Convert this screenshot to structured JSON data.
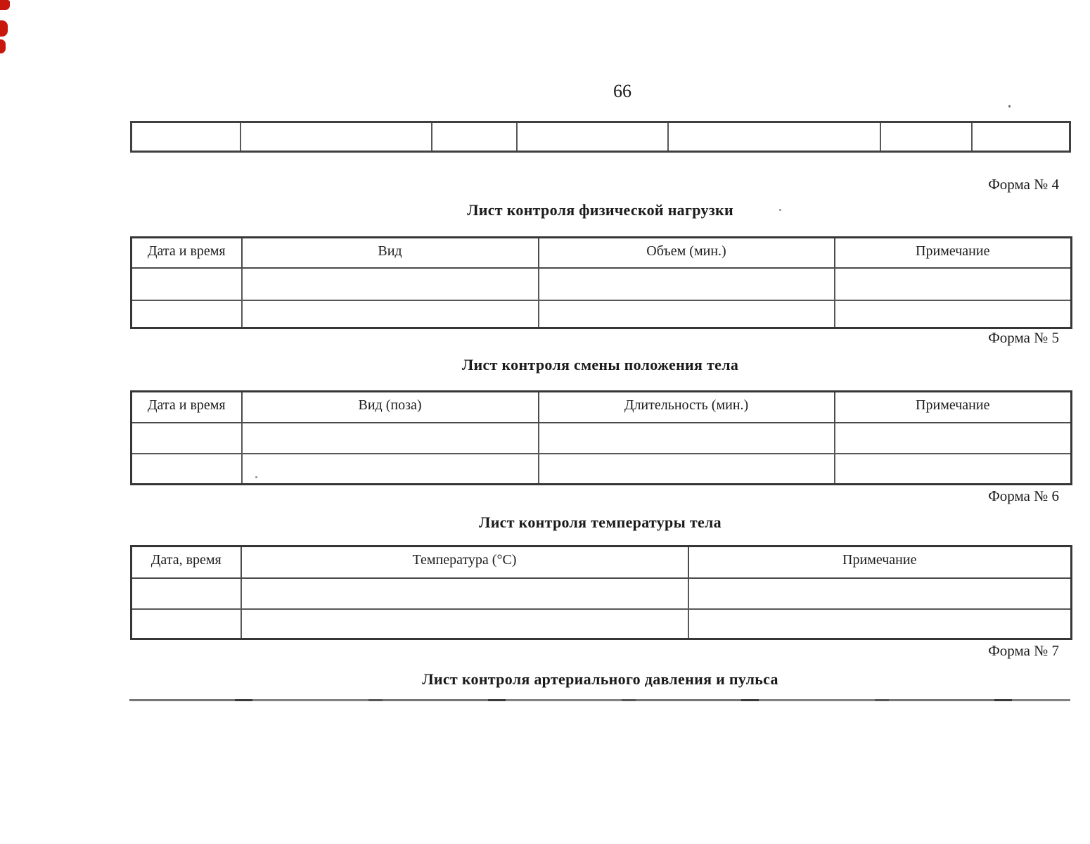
{
  "page": {
    "number": "66"
  },
  "colors": {
    "paper": "#ffffff",
    "ink": "#1a1a1a",
    "scan_mark_red": "#c8170d"
  },
  "top_table": {
    "columns": 7,
    "cells": [
      "",
      "",
      "",
      "",
      "",
      "",
      ""
    ]
  },
  "forms": [
    {
      "label": "Форма № 4",
      "title": "Лист контроля физической нагрузки",
      "headers": [
        "Дата и время",
        "Вид",
        "Объем (мин.)",
        "Примечание"
      ],
      "empty_rows": 2
    },
    {
      "label": "Форма № 5",
      "title": "Лист контроля смены положения тела",
      "headers": [
        "Дата и время",
        "Вид (поза)",
        "Длительность (мин.)",
        "Примечание"
      ],
      "empty_rows": 2
    },
    {
      "label": "Форма № 6",
      "title": "Лист контроля температуры тела",
      "headers": [
        "Дата, время",
        "Температура (°C)",
        "Примечание"
      ],
      "empty_rows": 2
    },
    {
      "label": "Форма № 7",
      "title": "Лист контроля артериального давления и пульса",
      "headers": [],
      "empty_rows": 0
    }
  ]
}
